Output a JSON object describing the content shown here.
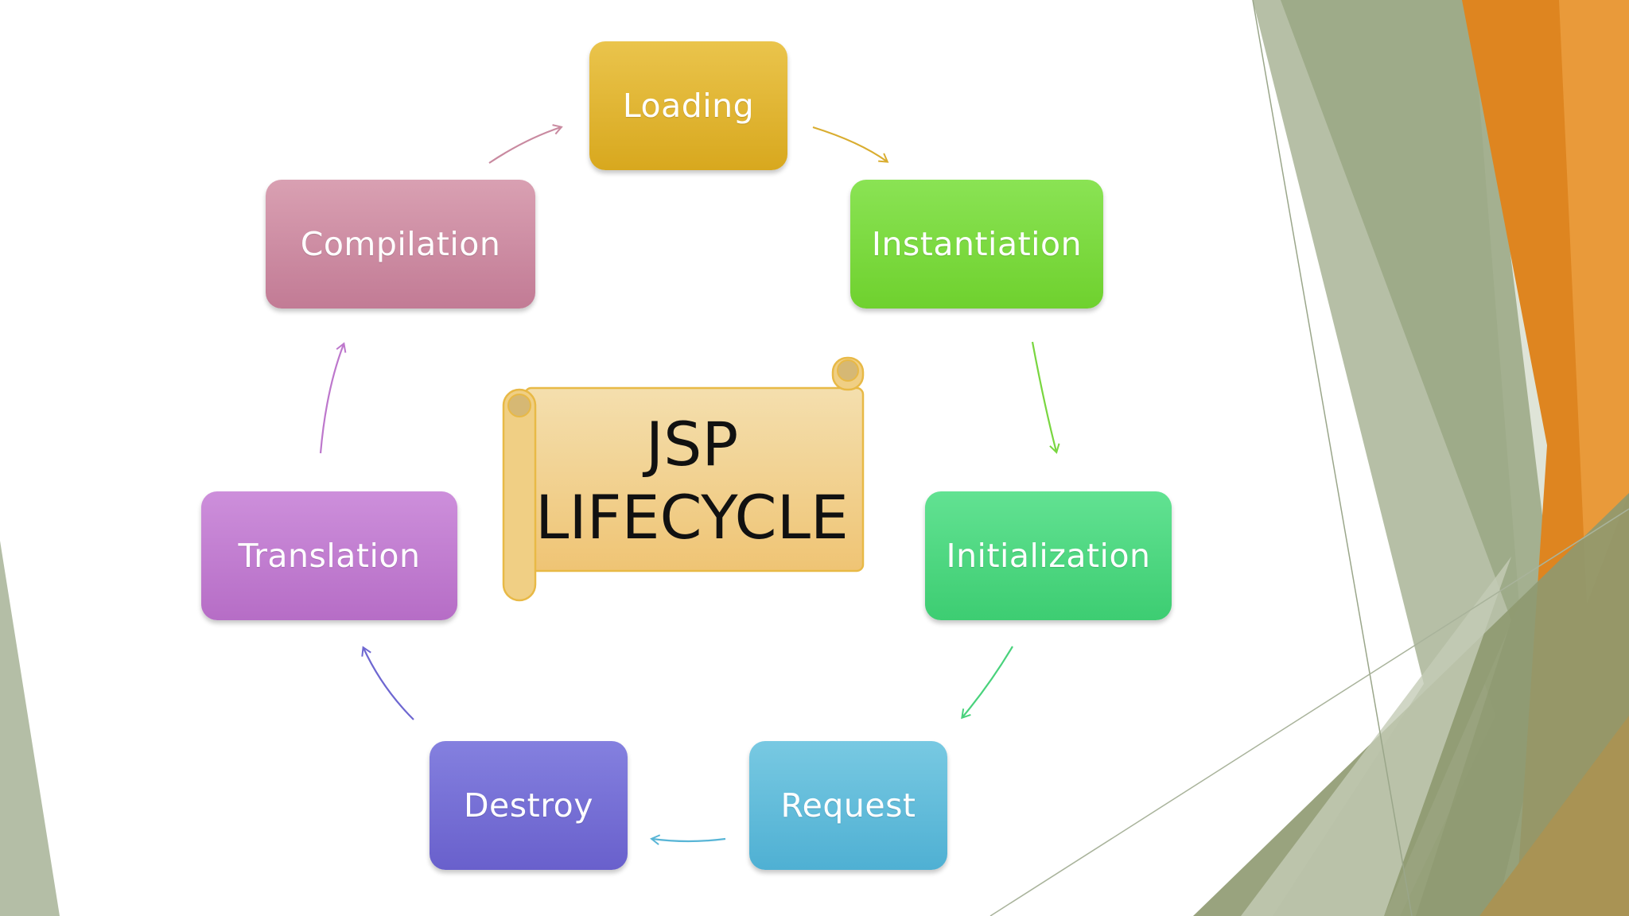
{
  "diagram": {
    "center": {
      "line1": "JSP",
      "line2": "LIFECYCLE"
    },
    "stages": [
      {
        "id": "loading",
        "label": "Loading",
        "color": "#e1b636"
      },
      {
        "id": "instantiation",
        "label": "Instantiation",
        "color": "#7dda42"
      },
      {
        "id": "initialization",
        "label": "Initialization",
        "color": "#4fd882"
      },
      {
        "id": "request",
        "label": "Request",
        "color": "#63bddb"
      },
      {
        "id": "destroy",
        "label": "Destroy",
        "color": "#7670d6"
      },
      {
        "id": "translation",
        "label": "Translation",
        "color": "#c27ed1"
      },
      {
        "id": "compilation",
        "label": "Compilation",
        "color": "#cd8da4"
      }
    ],
    "flow": [
      {
        "from": "compilation",
        "to": "loading",
        "color": "#c98aa0"
      },
      {
        "from": "loading",
        "to": "instantiation",
        "color": "#d9ad30"
      },
      {
        "from": "instantiation",
        "to": "initialization",
        "color": "#79d640"
      },
      {
        "from": "initialization",
        "to": "request",
        "color": "#49d27c"
      },
      {
        "from": "request",
        "to": "destroy",
        "color": "#58b5d6"
      },
      {
        "from": "destroy",
        "to": "translation",
        "color": "#6e67d1"
      },
      {
        "from": "translation",
        "to": "compilation",
        "color": "#bd77cc"
      }
    ]
  },
  "theme": {
    "orange": "#de8520",
    "sage": "#a3b091",
    "olive": "#8f9a72",
    "scroll_fill": "#f2d49a",
    "scroll_stroke": "#e8b946"
  }
}
